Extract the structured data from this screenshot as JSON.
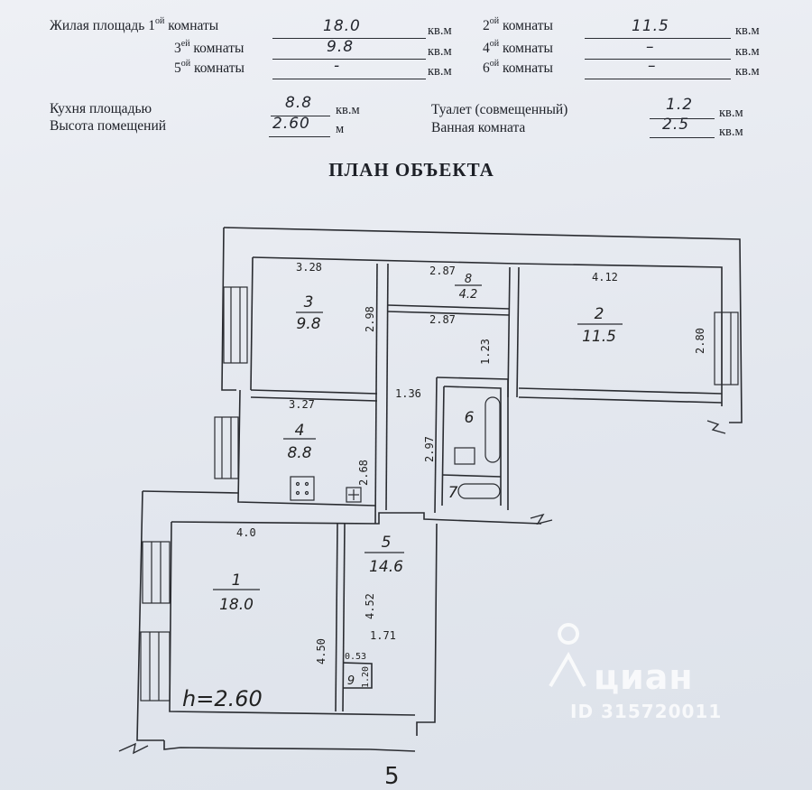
{
  "header": {
    "living_area_label": "Жилая площадь",
    "room1_label": "комнаты",
    "room1_num": "1",
    "room1_sup": "ой",
    "room1_value": "18.0",
    "room2_label": "комнаты",
    "room2_num": "2",
    "room2_sup": "ой",
    "room2_value": "11.5",
    "room3_label": "комнаты",
    "room3_num": "3",
    "room3_sup": "ей",
    "room3_value": "9.8",
    "room4_label": "комнаты",
    "room4_num": "4",
    "room4_sup": "ой",
    "room4_value": "–",
    "room5_label": "комнаты",
    "room5_num": "5",
    "room5_sup": "ой",
    "room5_value": "-",
    "room6_label": "комнаты",
    "room6_num": "6",
    "room6_sup": "ой",
    "room6_value": "–",
    "unit_sqm": "кв.м",
    "kitchen_label": "Кухня площадью",
    "kitchen_value": "8.8",
    "height_label": "Высота помещений",
    "height_value": "2.60",
    "height_unit": "м",
    "toilet_label": "Туалет (совмещенный)",
    "toilet_value": "1.2",
    "bath_label": "Ванная комната",
    "bath_value": "2.5"
  },
  "plan": {
    "title": "ПЛАН ОБЪЕКТА",
    "rooms": [
      {
        "num": "3",
        "area": "9.8"
      },
      {
        "num": "2",
        "area": "11.5"
      },
      {
        "num": "8",
        "area": "4.2"
      },
      {
        "num": "4",
        "area": "8.8"
      },
      {
        "num": "6",
        "area": ""
      },
      {
        "num": "7",
        "area": ""
      },
      {
        "num": "1",
        "area": "18.0"
      },
      {
        "num": "5",
        "area": "14.6"
      },
      {
        "num": "9",
        "area": ""
      }
    ],
    "dims": [
      "3.28",
      "2.87",
      "4.12",
      "2.98",
      "2.87",
      "1.23",
      "2.80",
      "3.27",
      "1.36",
      "2.68",
      "2.97",
      "4.0",
      "4.52",
      "4.50",
      "1.71",
      "0.53",
      "1.20"
    ],
    "height_note": "h=2.60",
    "entrance": "5"
  },
  "watermark": {
    "brand": "циан",
    "id": "ID 315720011"
  }
}
